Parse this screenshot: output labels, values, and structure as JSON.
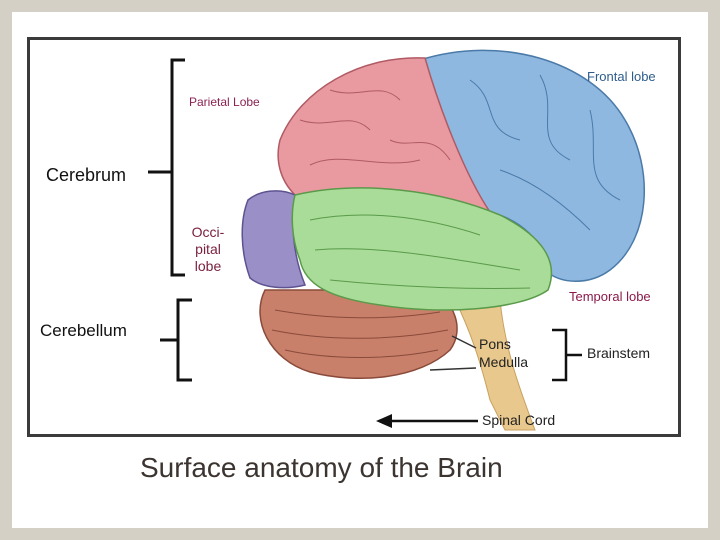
{
  "labels": {
    "frontal": "Frontal lobe",
    "parietal": "Parietal Lobe",
    "cerebrum": "Cerebrum",
    "occipital": [
      "Occi-",
      "pital",
      "lobe"
    ],
    "temporal": "Temporal lobe",
    "cerebellum": "Cerebellum",
    "pons": "Pons",
    "medulla": "Medulla",
    "brainstem": "Brainstem",
    "spinal_cord": "Spinal Cord"
  },
  "caption": "Surface anatomy of the Brain",
  "colors": {
    "frontal": "#8fb8e0",
    "parietal": "#e89aa0",
    "occipital": "#9b8fc7",
    "temporal": "#a8dc98",
    "cerebellum": "#c9806a",
    "brainstem": "#e8c88c"
  }
}
